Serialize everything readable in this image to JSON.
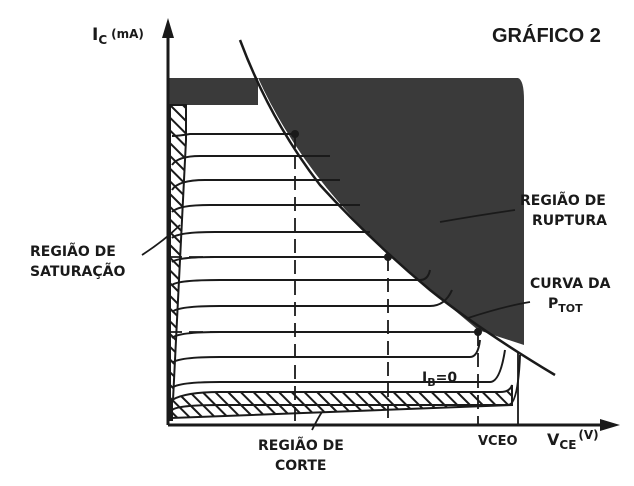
{
  "title": "GRÁFICO 2",
  "axes": {
    "y_label_main": "I",
    "y_label_sub": "C",
    "y_label_unit": "(mA)",
    "x_label_main": "V",
    "x_label_sub": "CE",
    "x_label_unit": "(V)",
    "vceo_label": "VCEO"
  },
  "regions": {
    "saturation_line1": "REGIÃO DE",
    "saturation_line2": "SATURAÇÃO",
    "rupture_line1": "REGIÃO DE",
    "rupture_line2": "RUPTURA",
    "cutoff_line1": "REGIÃO DE",
    "cutoff_line2": "CORTE",
    "ptot_line1": "CURVA DA",
    "ptot_main": "P",
    "ptot_sub": "TOT"
  },
  "ib_label_main": "I",
  "ib_label_sub": "B",
  "ib_label_value": "=0",
  "colors": {
    "ink": "#1a1a1a",
    "shade": "#3a3a3a",
    "background": "#ffffff"
  }
}
